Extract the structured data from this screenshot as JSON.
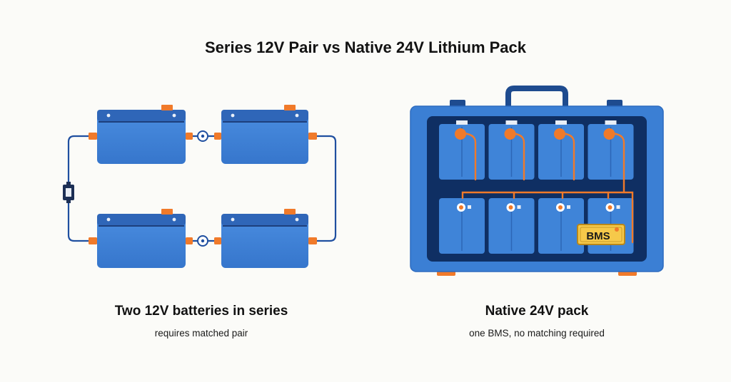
{
  "title": "Series 12V Pair vs Native 24V Lithium Pack",
  "left_panel": {
    "title": "Two 12V batteries in series",
    "subtitle": "requires matched pair"
  },
  "right_panel": {
    "title": "Native 24V pack",
    "subtitle": "one BMS, no matching required",
    "bms_label": "BMS",
    "cell_count": 8
  },
  "colors": {
    "battery_blue": "#3b7fd4",
    "dark_blue": "#1e4b8f",
    "navy": "#0f2f63",
    "terminal_orange": "#f07a2a",
    "bms_yellow": "#f6c94a",
    "wire_blue": "#1f4fa0"
  },
  "icons": [
    "battery-icon",
    "fuse-icon",
    "bms-icon",
    "handle-icon"
  ]
}
